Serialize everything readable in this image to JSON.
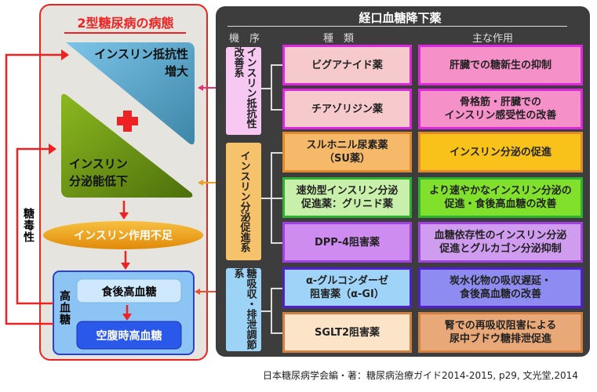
{
  "left": {
    "title": "2型糖尿病の病態",
    "resistance": [
      "インスリン抵抗性",
      "増大"
    ],
    "secretion": [
      "インスリン",
      "分泌能低下"
    ],
    "insufficiency": "インスリン作用不足",
    "hyperglycemia": "高血糖",
    "postprandial": "食後高血糖",
    "fasting": "空腹時高血糖",
    "glucotoxicity": "糖毒性"
  },
  "right": {
    "title": "経口血糖降下薬",
    "headers": {
      "mechanism": "機　序",
      "type": "種　類",
      "action": "主な作用"
    },
    "categories": [
      "インスリン抵抗性改善系",
      "インスリン分泌促進系",
      "糖吸収・排泄調節系"
    ],
    "rows": [
      {
        "drug": "ビグアナイド薬",
        "action": "肝臓での糖新生の抑制",
        "drug_color": "#f6c9cc",
        "action_color": "#f590c8",
        "border": "#e024e0"
      },
      {
        "drug": "チアゾリジン薬",
        "action": "骨格筋・肝臓での\nインスリン感受性の改善",
        "drug_color": "#f6c9cc",
        "action_color": "#f590c8",
        "border": "#e024e0"
      },
      {
        "drug": "スルホニル尿素薬\n（SU薬）",
        "action": "インスリン分泌の促進",
        "drug_color": "#f6b96a",
        "action_color": "#f8c21a",
        "border": "#e08a30"
      },
      {
        "drug": "速効型インスリン分泌\n促進薬：グリニド薬",
        "action": "より速やかなインスリン分泌の\n促進・食後高血糖の改善",
        "drug_color": "#c9f0aa",
        "action_color": "#80e02c",
        "border": "#30b030"
      },
      {
        "drug": "DPP-4阻害薬",
        "action": "血糖依存性のインスリン分泌\n促進とグルカゴン分泌抑制",
        "drug_color": "#cf8cf0",
        "action_color": "#cf9cf0",
        "border": "#a040e0"
      },
      {
        "drug": "α-グルコシダーゼ\n阻害薬（α-GI）",
        "action": "炭水化物の吸収遅延・\n食後高血糖の改善",
        "drug_color": "#9fd4f8",
        "action_color": "#8e8cf0",
        "border": "#5020d0"
      },
      {
        "drug": "SGLT2阻害薬",
        "action": "腎での再吸収阻害による\n尿中ブドウ糖排泄促進",
        "drug_color": "#fbe4c8",
        "action_color": "#e8a878",
        "border": "#d08040"
      }
    ]
  },
  "citation": "日本糖尿病学会編・著：糖尿病治療ガイド2014-2015, p29, 文光堂,2014"
}
